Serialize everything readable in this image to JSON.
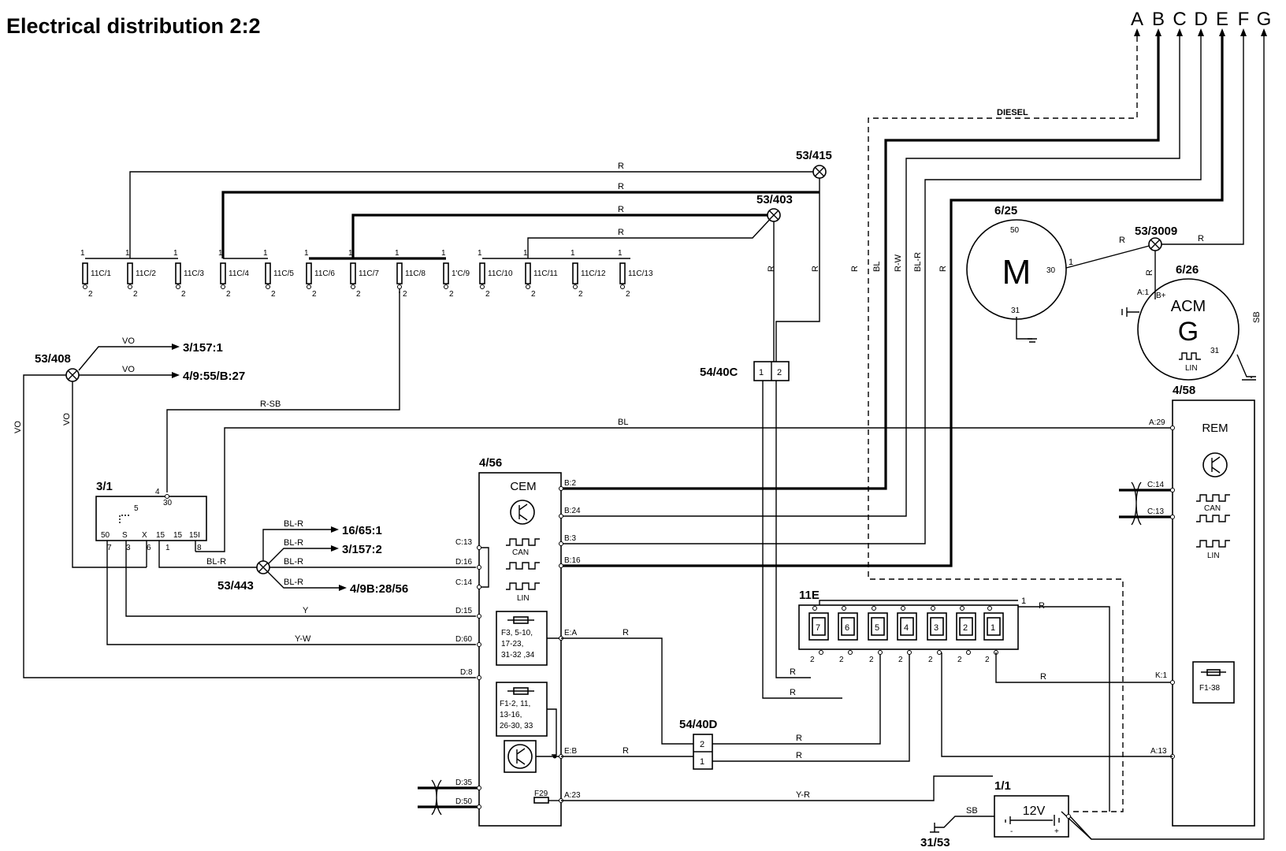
{
  "title": "Electrical distribution 2:2",
  "columns": [
    "A",
    "B",
    "C",
    "D",
    "E",
    "F",
    "G"
  ],
  "labels": {
    "diesel": "DIESEL",
    "n53_415": "53/415",
    "n53_403": "53/403",
    "n53_408": "53/408",
    "n53_443": "53/443",
    "n53_3009": "53/3009",
    "n54_40c": "54/40C",
    "n54_40d": "54/40D",
    "n3_1": "3/1",
    "n4_56": "4/56",
    "n4_58": "4/58",
    "n6_25": "6/25",
    "n6_26": "6/26",
    "n11e": "11E",
    "n1_1": "1/1",
    "n31_53": "31/53",
    "ref_3_157_1": "3/157:1",
    "ref_4_9_55": "4/9:55/B:27",
    "ref_16_65_1": "16/65:1",
    "ref_3_157_2": "3/157:2",
    "ref_4_9b": "4/9B:28/56"
  },
  "components": {
    "cem": "CEM",
    "rem": "REM",
    "acm": "ACM",
    "motor": "M",
    "gen": "G",
    "can": "CAN",
    "lin": "LIN",
    "battery": "12V",
    "bat_minus": "-",
    "bat_plus": "+",
    "b_plus": "B+"
  },
  "fuses": [
    {
      "label": "11C/1",
      "top": "1",
      "bot": "2"
    },
    {
      "label": "11C/2",
      "top": "1",
      "bot": "2"
    },
    {
      "label": "11C/3",
      "top": "1",
      "bot": "2"
    },
    {
      "label": "11C/4",
      "top": "1",
      "bot": "2"
    },
    {
      "label": "11C/5",
      "top": "1",
      "bot": "2"
    },
    {
      "label": "11C/6",
      "top": "1",
      "bot": "2"
    },
    {
      "label": "11C/7",
      "top": "1",
      "bot": "2"
    },
    {
      "label": "11C/8",
      "top": "1",
      "bot": "2"
    },
    {
      "label": "1'C/9",
      "top": "1",
      "bot": "2"
    },
    {
      "label": "11C/10",
      "top": "1",
      "bot": "2"
    },
    {
      "label": "11C/11",
      "top": "1",
      "bot": "2"
    },
    {
      "label": "11C/12",
      "top": "1",
      "bot": "2"
    },
    {
      "label": "11C/13",
      "top": "1",
      "bot": "2"
    }
  ],
  "relay_11e": [
    "7",
    "6",
    "5",
    "4",
    "3",
    "2",
    "1"
  ],
  "wires": {
    "R": "R",
    "BL": "BL",
    "RW": "R-W",
    "BLR": "BL-R",
    "VO": "VO",
    "RSB": "R-SB",
    "Y": "Y",
    "YW": "Y-W",
    "YR": "Y-R",
    "SB": "SB"
  },
  "pins": {
    "sw_4": "4",
    "sw_30": "30",
    "sw_5": "5",
    "sw_50": "50",
    "sw_s": "S",
    "sw_x": "X",
    "sw_15a": "15",
    "sw_15b": "15",
    "sw_15i": "15I",
    "sw_7": "7",
    "sw_3": "3",
    "sw_6": "6",
    "sw_1": "1",
    "sw_8": "8",
    "b2": "B:2",
    "b24": "B:24",
    "b3": "B:3",
    "b16": "B:16",
    "c13": "C:13",
    "d16": "D:16",
    "c14": "C:14",
    "d15": "D:15",
    "d60": "D:60",
    "d8": "D:8",
    "ea": "E:A",
    "eb": "E:B",
    "d35": "D:35",
    "d50": "D:50",
    "a23": "A:23",
    "a29": "A:29",
    "rc14": "C:14",
    "rc13": "C:13",
    "k1": "K:1",
    "a13": "A:13",
    "a1": "A:1",
    "m50": "50",
    "m30": "30",
    "m31": "31",
    "g31": "31",
    "one": "1",
    "two": "2"
  },
  "fuse_blocks": {
    "f1_l1": "F3, 5-10,",
    "f1_l2": "17-23,",
    "f1_l3": "31-32 ,34",
    "f2_l1": "F1-2, 11,",
    "f2_l2": "13-16,",
    "f2_l3": "26-30, 33",
    "f29": "F29",
    "f138": "F1-38"
  }
}
